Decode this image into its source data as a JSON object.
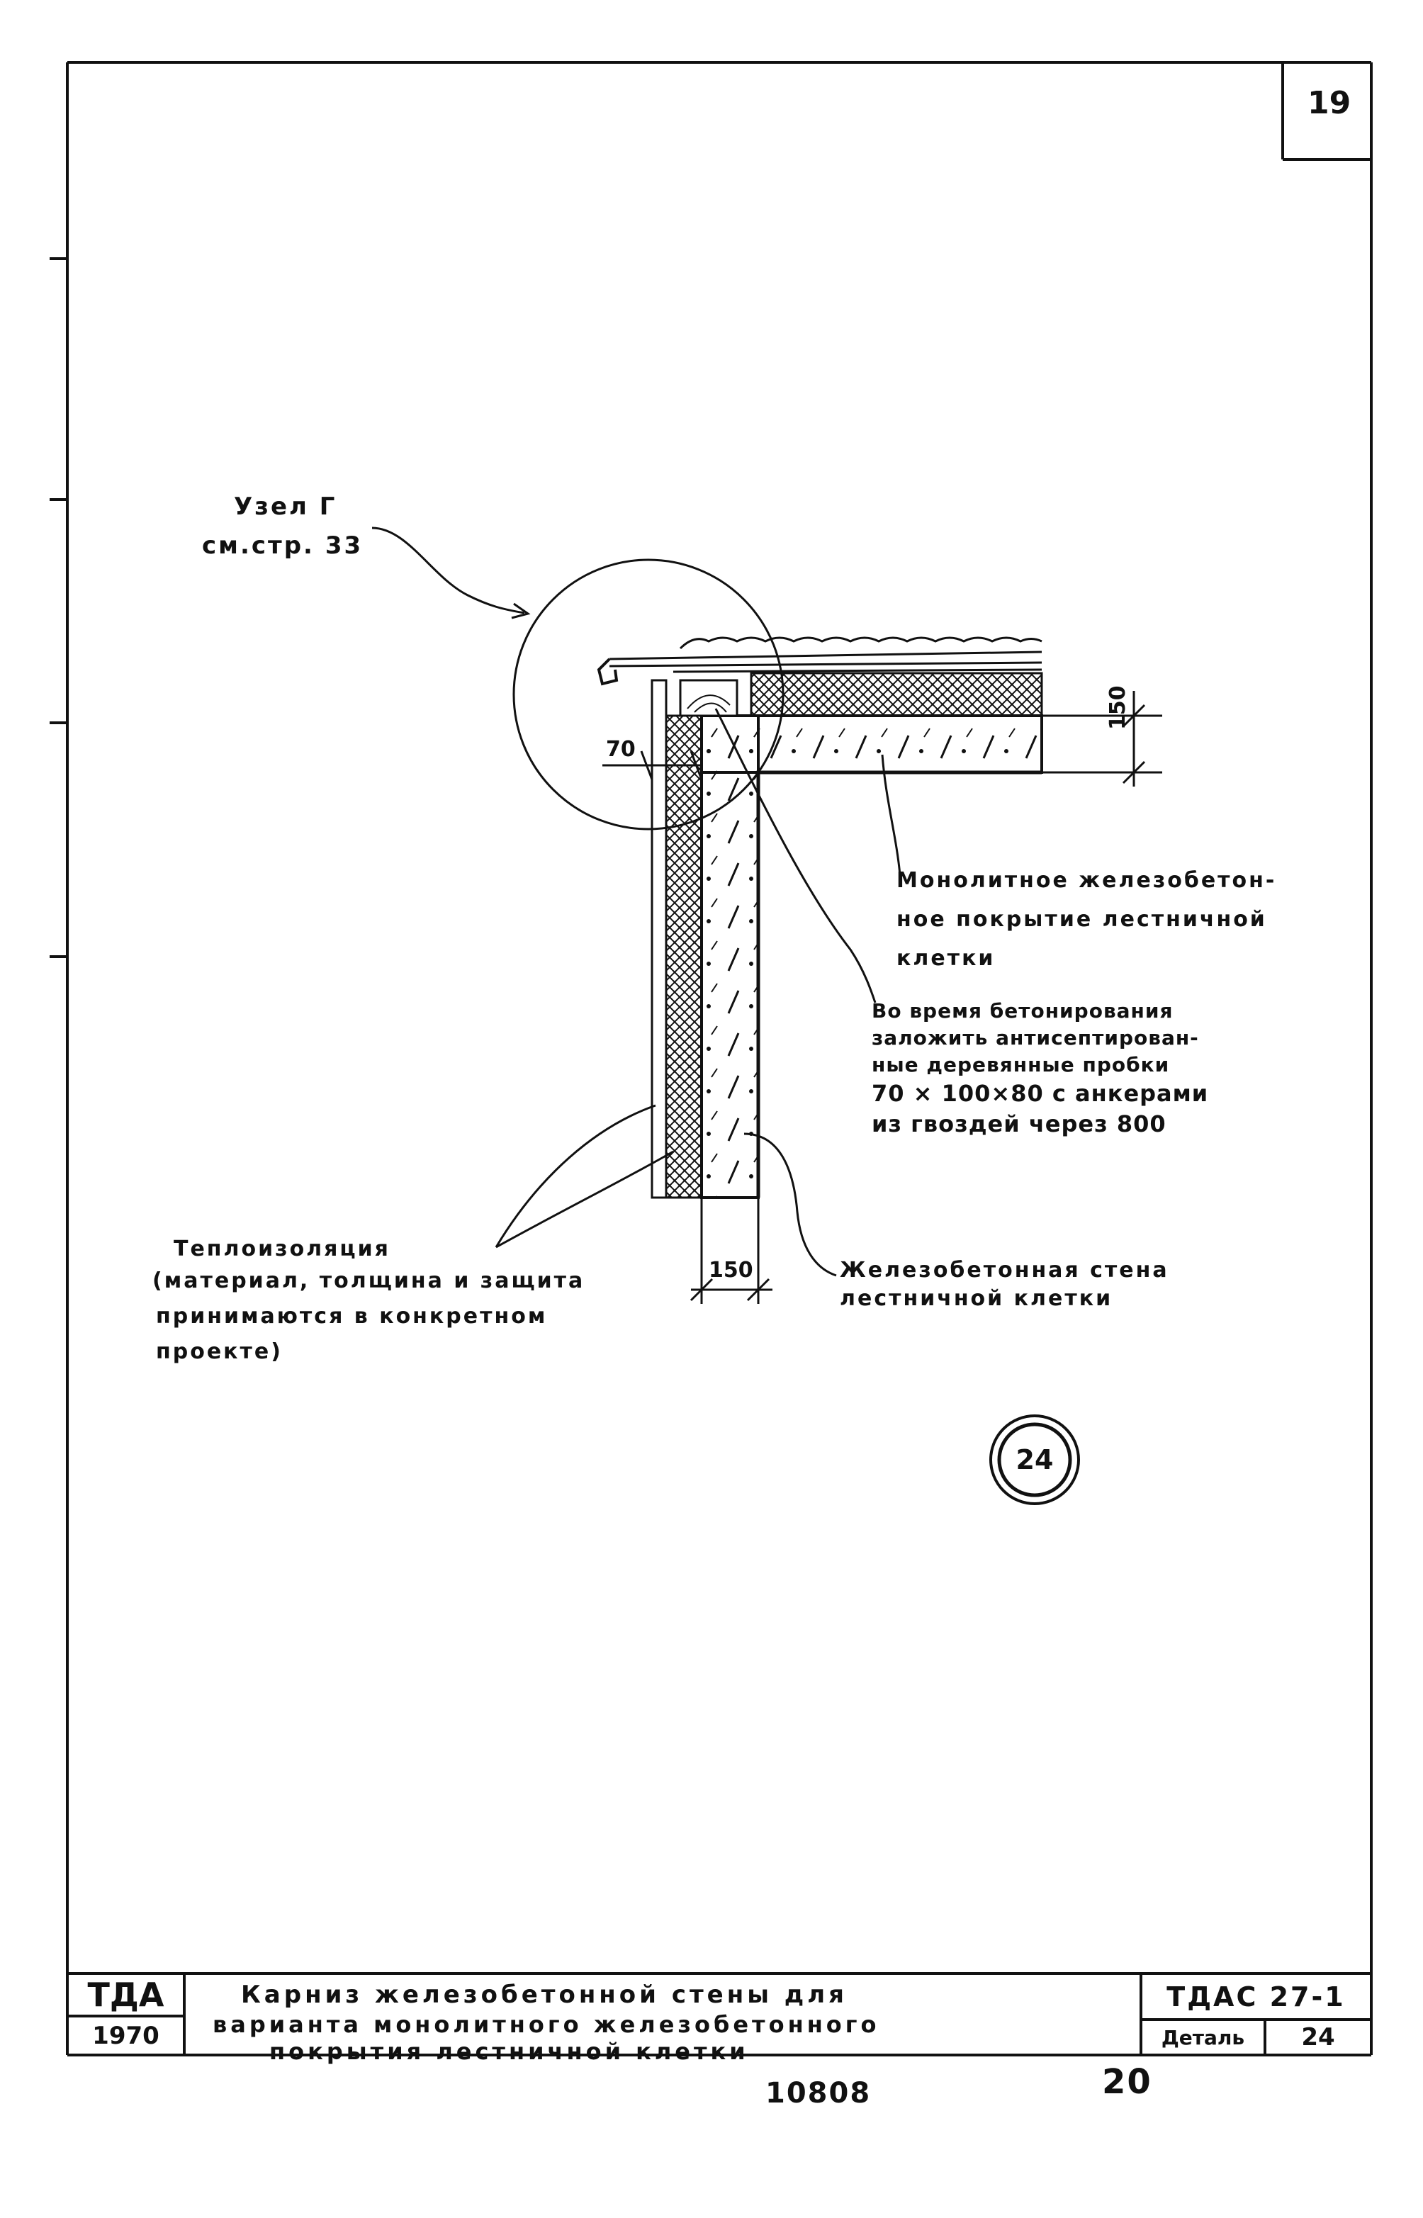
{
  "sheet": {
    "number": "19"
  },
  "callout": {
    "node_title": "Узел Г",
    "node_ref": "см.стр. 33"
  },
  "dims": {
    "dim_70": "70",
    "dim_150_top": "150",
    "dim_150_bottom": "150"
  },
  "notes": {
    "slab_1": "Монолитное железобетон-",
    "slab_2": "ное покрытие лестничной",
    "slab_3": "клетки",
    "plugs_1": "Во время бетонирования",
    "plugs_2": "заложить антисептирован-",
    "plugs_3": "ные деревянные пробки",
    "plugs_4": "70 × 100×80 с анкерами",
    "plugs_5": "из гвоздей через 800",
    "wall_1": "Железобетонная стена",
    "wall_2": "лестничной клетки",
    "ins_1": "Теплоизоляция",
    "ins_2": "(материал, толщина и защита",
    "ins_3": "принимаются в конкретном",
    "ins_4": "проекте)"
  },
  "detail_marker": "24",
  "title_block": {
    "org": "ТДА",
    "year": "1970",
    "title_1": "Карниз железобетонной стены для",
    "title_2": "варианта монолитного железобетонного",
    "title_3": "покрытия лестничной клетки",
    "series": "ТДАС 27-1",
    "detail_label": "Деталь",
    "detail_no": "24"
  },
  "footer": {
    "archive_no": "10808",
    "page_no": "20"
  }
}
